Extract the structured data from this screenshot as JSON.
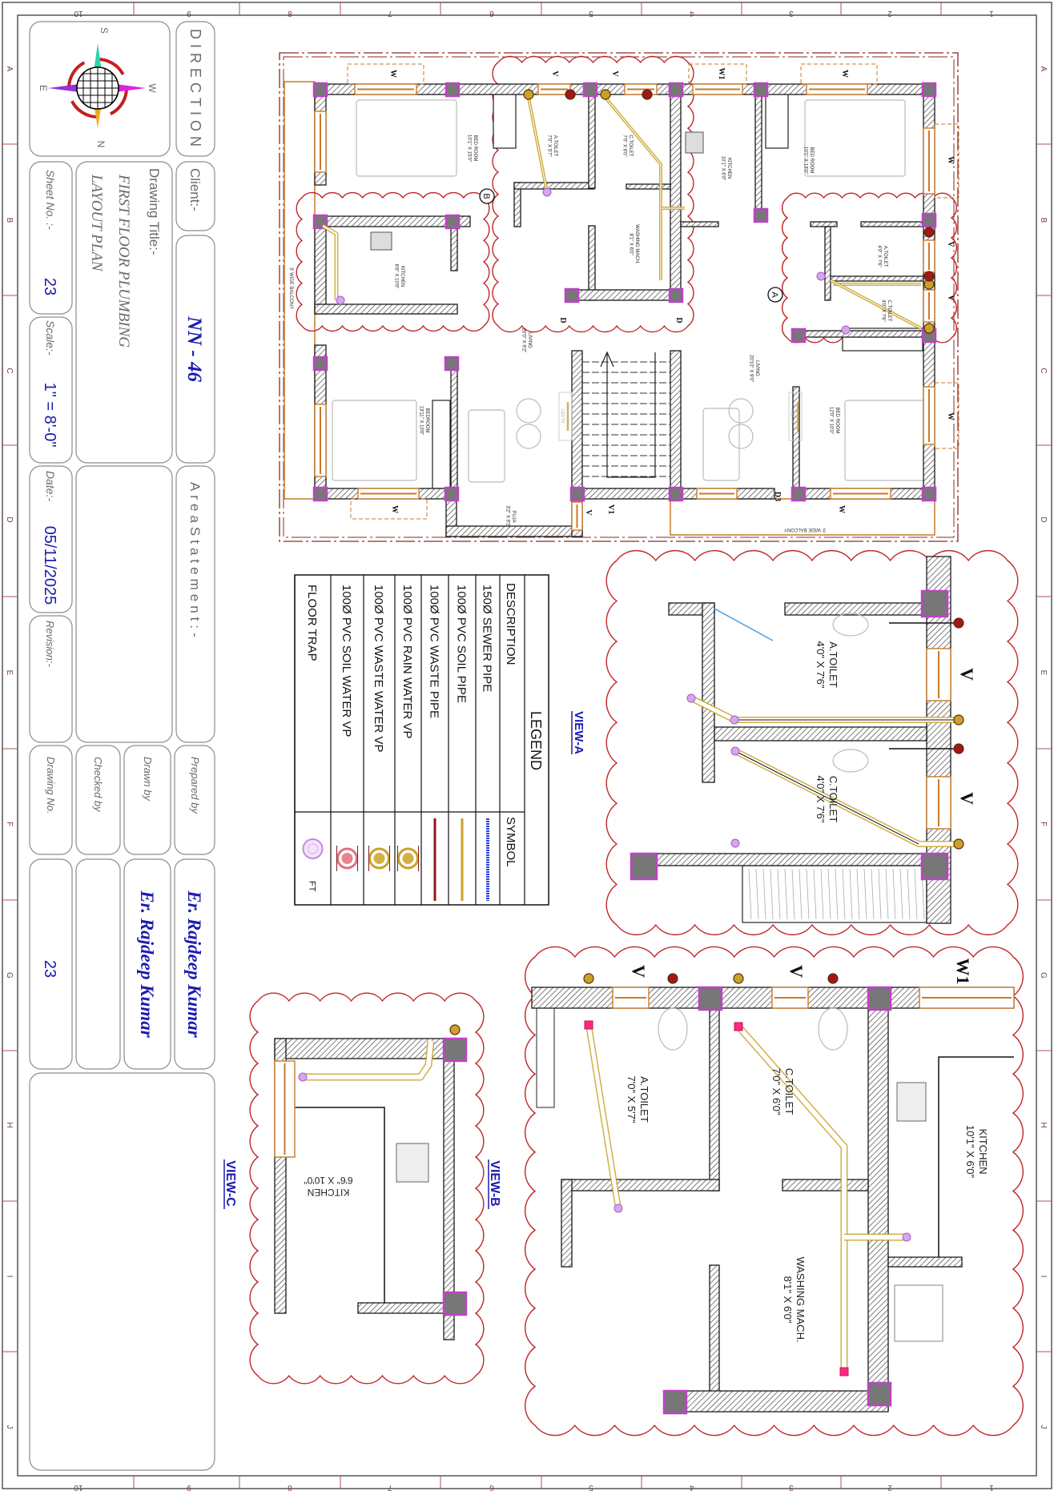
{
  "sheet_grid": {
    "columns": [
      "10",
      "9",
      "8",
      "7",
      "6",
      "5",
      "4",
      "3",
      "2",
      "1"
    ],
    "rows": [
      "A",
      "B",
      "C",
      "D",
      "E",
      "F",
      "G",
      "H",
      "I",
      "J"
    ]
  },
  "title_block": {
    "direction_label": "DIRECTION",
    "compass": {
      "north": "N",
      "south": "S",
      "east": "E",
      "west": "W"
    },
    "client_label": "Client:-",
    "client_value": "NN - 46",
    "drawing_title_label": "Drawing Title:-",
    "drawing_title_line1": "FIRST FLOOR PLUMBING",
    "drawing_title_line2": "LAYOUT PLAN",
    "sheet_no_label": "Sheet No. :-",
    "sheet_no_value": "23",
    "scale_label": "Scale:-",
    "scale_value": "1\" = 8'-0\"",
    "area_statement_label": "AreaStatement:-",
    "date_label": "Date:-",
    "date_value": "05/11/2025",
    "revision_label": "Revision:-",
    "prepared_by_label": "Prepared by",
    "prepared_by_value": "Er. Rajdeep Kumar",
    "drawn_by_label": "Drawn by",
    "drawn_by_value": "Er. Rajdeep Kumar",
    "checked_by_label": "Checked by",
    "drawing_no_label": "Drawing No.",
    "drawing_no_value": "23"
  },
  "legend": {
    "title": "LEGEND",
    "description_header": "DESCRIPTION",
    "symbol_header": "SYMBOL",
    "items": [
      {
        "description": "150Ø SEWER PIPE",
        "symbol": "dashed-blue-line",
        "color": "#2a3fd6"
      },
      {
        "description": "100Ø PVC SOIL PIPE",
        "symbol": "gold-line",
        "color": "#c9a227"
      },
      {
        "description": "100Ø PVC WASTE PIPE",
        "symbol": "dark-red-line",
        "color": "#8b1a1a"
      },
      {
        "description": "100Ø PVC RAIN WATER VP",
        "symbol": "rain-water-vp-icon",
        "color": "#c9a227"
      },
      {
        "description": "100Ø PVC WASTE WATER VP",
        "symbol": "waste-water-vp-icon",
        "color": "#c9a227"
      },
      {
        "description": "100Ø PVC SOIL WATER VP",
        "symbol": "soil-water-vp-icon",
        "color": "#e0707a"
      },
      {
        "description": "FLOOR TRAP",
        "symbol": "floor-trap-icon",
        "color": "#c68ae0",
        "symbol_text": "FT"
      }
    ]
  },
  "plan": {
    "rooms": [
      {
        "name": "BED ROOM",
        "size": "10'1\" X 15'0\""
      },
      {
        "name": "A.TOILET",
        "size": "7'0\" X 5'7\""
      },
      {
        "name": "C.TOILET",
        "size": "7'0\" X 6'0\""
      },
      {
        "name": "WASHING MACH.",
        "size": "8'1\" X 6'0\""
      },
      {
        "name": "KITCHEN",
        "size": "6'6\" X 10'0\""
      },
      {
        "name": "KITCHEN",
        "size": "10'1\" X 6'0\""
      },
      {
        "name": "BED ROOM",
        "size": "10'1\" X 13'0\""
      },
      {
        "name": "A.TOILET",
        "size": "4'0\" X 7'6\""
      },
      {
        "name": "C.TOILET",
        "size": "4'0\" X 7'6\""
      },
      {
        "name": "LIVING",
        "size": "20'0\" X 9'2\""
      },
      {
        "name": "LIVING",
        "size": "20'10\" X 9'0\""
      },
      {
        "name": "BEDROOM",
        "size": "13'11\" X 10'0\""
      },
      {
        "name": "BED ROOM",
        "size": "12'0\" X 10'0\""
      },
      {
        "name": "PUJA",
        "size": "3'2\" X 9'2\""
      }
    ],
    "tags": [
      "W",
      "V",
      "V",
      "W1",
      "W",
      "W",
      "V",
      "V",
      "W",
      "W",
      "V1",
      "V",
      "D",
      "D",
      "D3",
      "W"
    ],
    "callouts": [
      "B",
      "A"
    ],
    "balcony_left": "3' WIDE BALCONY",
    "balcony_right": "3' WIDE BALCONY",
    "led_tv": "LED TV"
  },
  "views": {
    "a": {
      "title": "VIEW-A",
      "rooms": [
        {
          "name": "A.TOILET",
          "size": "4'0\" X 7'6\""
        },
        {
          "name": "C.TOILET",
          "size": "4'0\" X 7'6\""
        }
      ],
      "tags": [
        "V",
        "V"
      ]
    },
    "b": {
      "title": "VIEW-B",
      "rooms": [
        {
          "name": "KITCHEN",
          "size": "10'1\" X 6'0\""
        },
        {
          "name": "WASHING MACH.",
          "size": "8'1\" X 6'0\""
        },
        {
          "name": "A.TOILET",
          "size": "7'0\" X 5'7\""
        },
        {
          "name": "C.TOILET",
          "size": "7'0\" X 6'0\""
        }
      ],
      "tags": [
        "V",
        "V",
        "W1"
      ]
    },
    "c": {
      "title": "VIEW-C",
      "rooms": [
        {
          "name": "KITCHEN",
          "size": "6'6\" X 10'0\""
        }
      ]
    }
  },
  "colors": {
    "cloud": "#c0282a",
    "column_border": "#c040c8",
    "column_fill": "#777777",
    "window": "#c87a2a",
    "soil_pipe": "#c9a227",
    "waste_pipe": "#8b1a1a",
    "sewer_pipe": "#2a3fd6",
    "title_blue": "#1b1bb0",
    "boundary": "#8a2a2a"
  }
}
